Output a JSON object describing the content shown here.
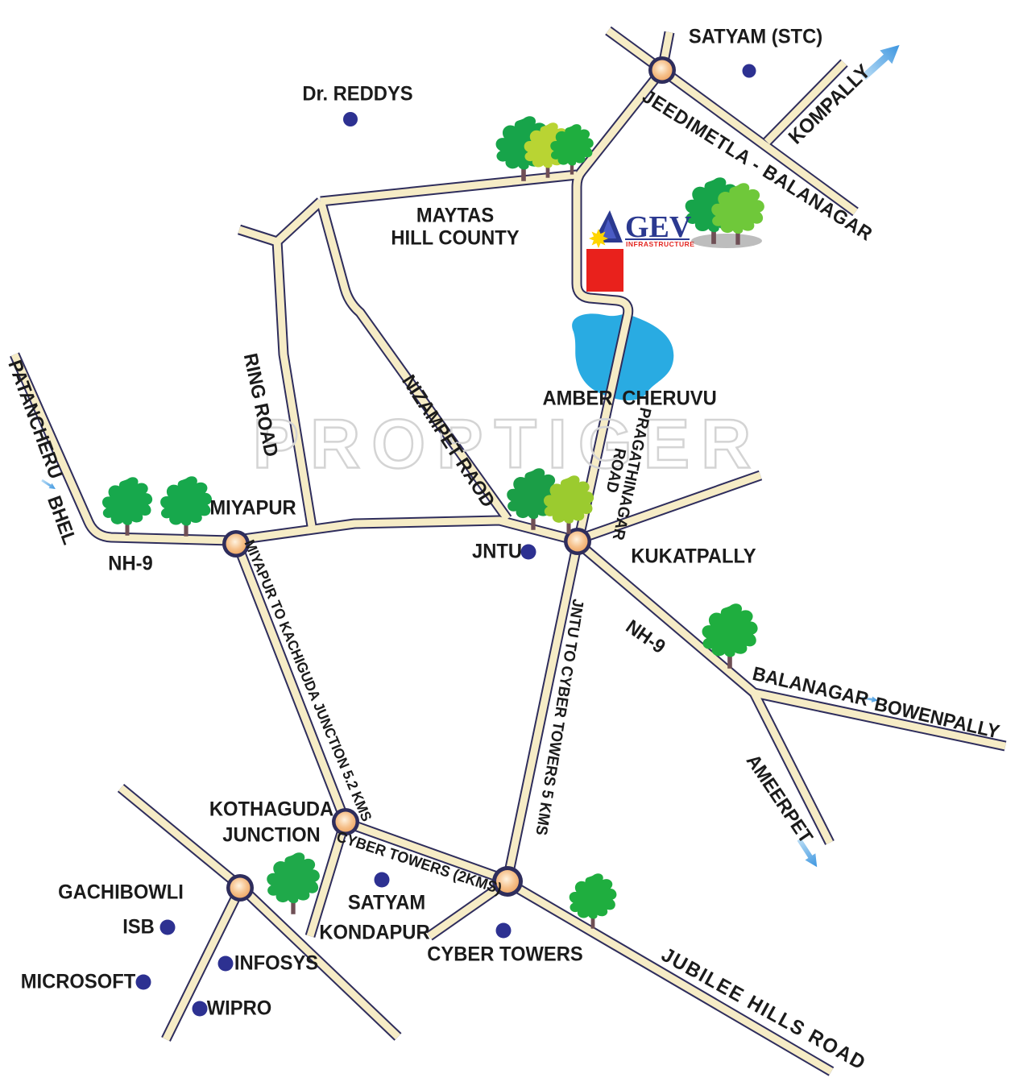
{
  "map": {
    "watermark": "PROPTIGER",
    "logo": {
      "name": "GEV",
      "subtext": "INFRASTRUCTURE"
    },
    "labels": {
      "satyam_stc": "SATYAM (STC)",
      "kompally": "KOMPALLY",
      "jeedimetla_balanagar": "JEEDIMETLA - BALANAGAR",
      "dr_reddys": "Dr. REDDYS",
      "maytas_line1": "MAYTAS",
      "maytas_line2": "HILL COUNTY",
      "amber": "AMBER",
      "cheruvu": "CHERUVU",
      "pragathinagar_line1": "PRAGATHINAGAR",
      "pragathinagar_line2": "ROAD",
      "patancheru": "PATANCHERU",
      "bhel": "BHEL",
      "nh9_west": "NH-9",
      "miyapur": "MIYAPUR",
      "ring_road": "RING ROAD",
      "nizampet_raod": "NIZAMPET RAOD",
      "jntu": "JNTU",
      "kukatpally": "KUKATPALLY",
      "nh9_east": "NH-9",
      "balanagar": "BALANAGAR",
      "bowenpally": "BOWENPALLY",
      "ameerpet": "AMEERPET",
      "miyapur_kachiguda": "MIYAPUR TO KACHIGUDA JUNCTION 5.2 KMS",
      "jntu_cyber": "JNTU TO CYBER TOWERS 5 KMS",
      "kothaguda_line1": "KOTHAGUDA",
      "kothaguda_line2": "JUNCTION",
      "cyber_towers_2kms": "CYBER TOWERS (2KMS)",
      "gachibowli": "GACHIBOWLI",
      "isb": "ISB",
      "microsoft": "MICROSOFT",
      "infosys": "INFOSYS",
      "wipro": "WIPRO",
      "satyam_kondapur_line1": "SATYAM",
      "satyam_kondapur_line2": "KONDAPUR",
      "cyber_towers": "CYBER TOWERS",
      "jubilee_hills_road": "JUBILEE HILLS ROAD"
    },
    "colors": {
      "road_fill": "#f6ecc6",
      "road_border": "#2e2d5c",
      "lake_blue": "#29abe2",
      "site_marker_red": "#e9211c",
      "landmark_dot_blue": "#2d3191",
      "tree_green": "#17a44a",
      "tree_yellow_green": "#b9d433",
      "arrow_blue": "#58aae8",
      "watermark_gray": "#d4d4d4",
      "junction_orange": "#f0a660"
    }
  }
}
